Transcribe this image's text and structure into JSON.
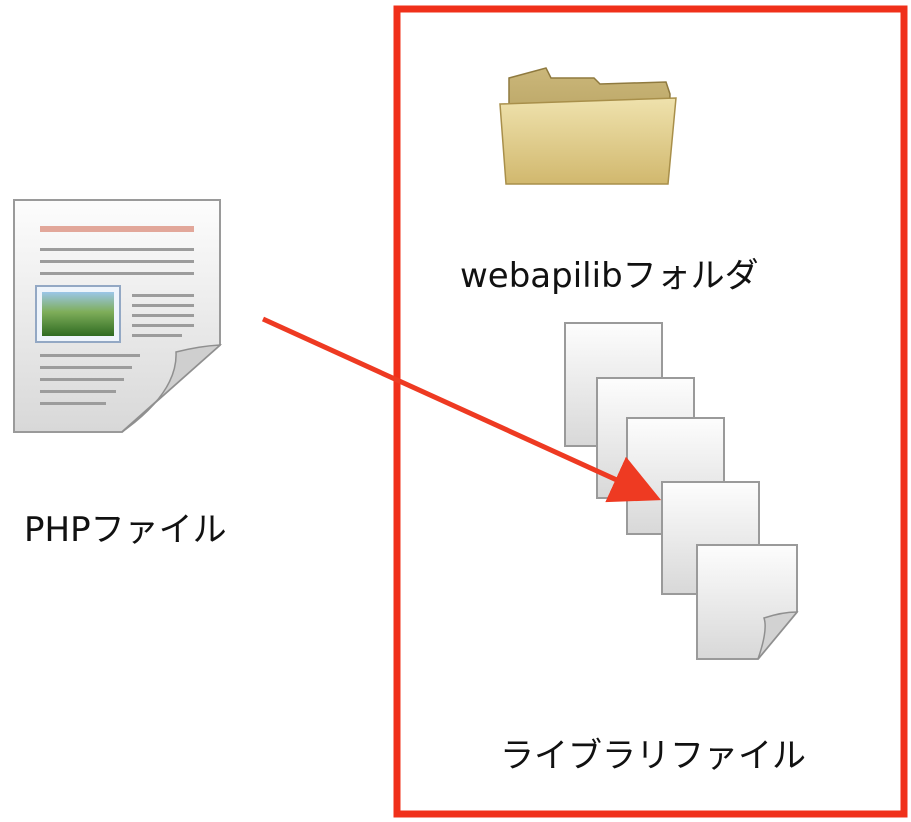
{
  "php_file": {
    "label": "PHPファイル",
    "icon": "document-with-image-icon"
  },
  "folder": {
    "label": "webapilibフォルダ",
    "icon": "folder-icon"
  },
  "library_files": {
    "label": "ライブラリファイル",
    "icon": "stacked-pages-icon",
    "page_count": 5
  },
  "colors": {
    "frame": "#f0301a",
    "arrow": "#ee3a22",
    "folder": "#e2cf8e",
    "page": "#f3f3f3"
  }
}
